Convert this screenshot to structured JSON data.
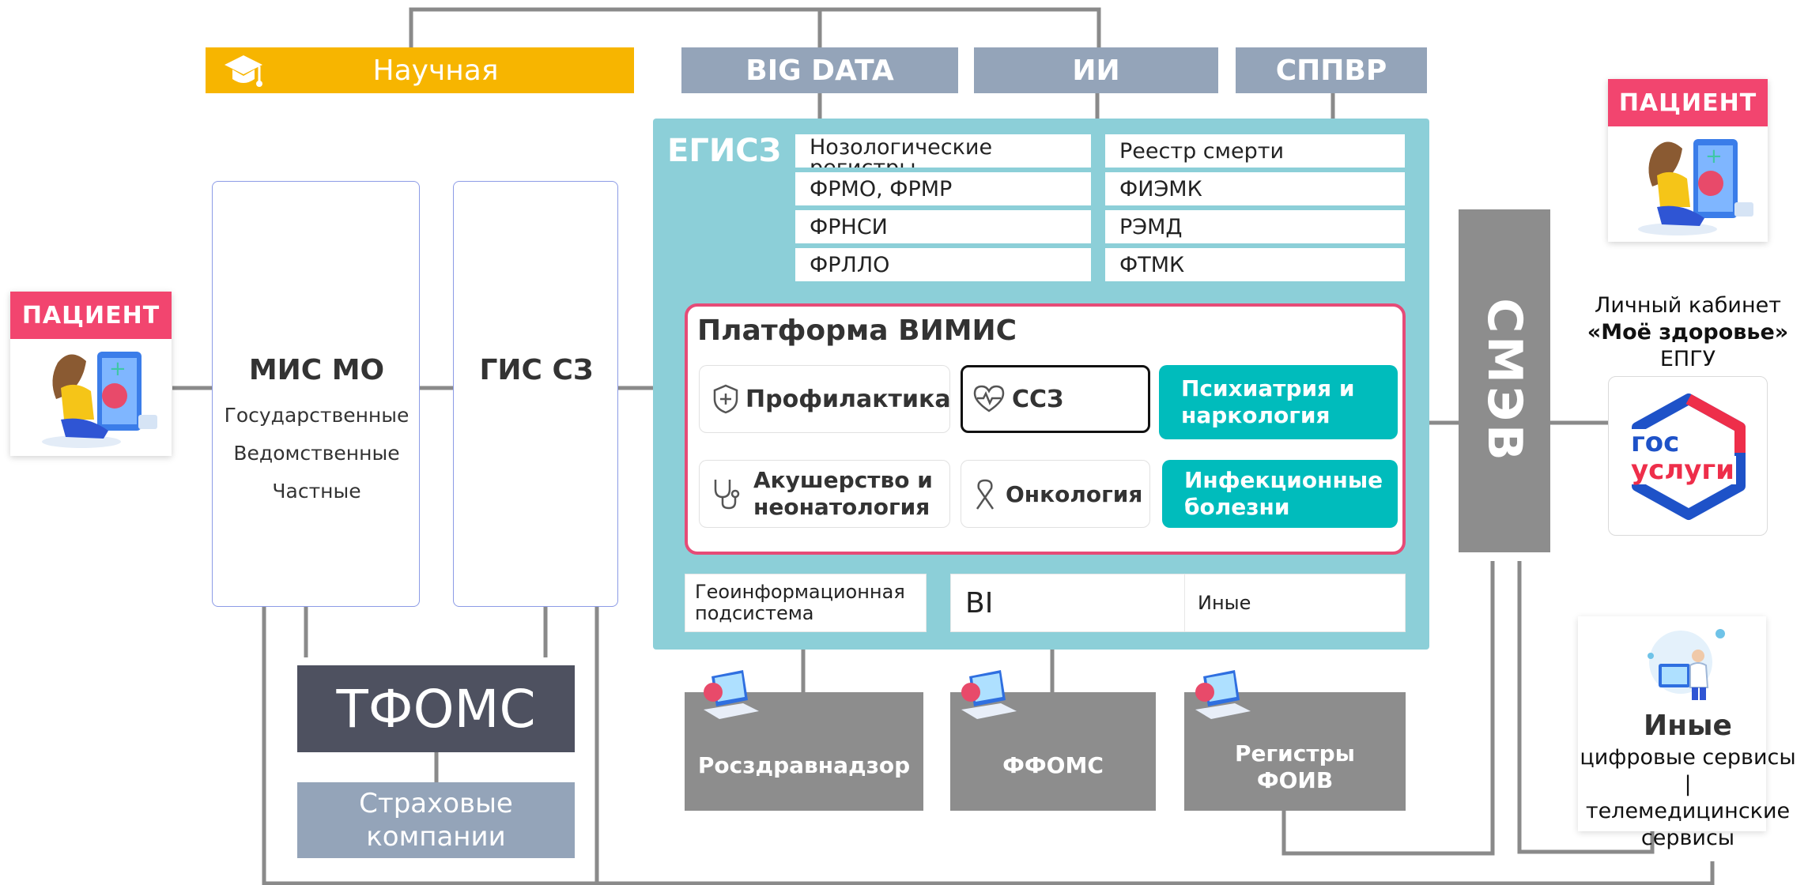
{
  "top": {
    "science_label": "Научная",
    "big_data_label": "BIG DATA",
    "ai_label": "ИИ",
    "sppvr_label": "СППВР"
  },
  "patient_left": {
    "label": "ПАЦИЕНТ"
  },
  "patient_right": {
    "label": "ПАЦИЕНТ"
  },
  "mis": {
    "title": "МИС МО",
    "items": [
      "Государственные",
      "Ведомственные",
      "Частные"
    ]
  },
  "gis": {
    "title": "ГИС СЗ"
  },
  "tfoms": {
    "title": "ТФОМС"
  },
  "insurers": {
    "label": "Страховые компании"
  },
  "egisz": {
    "title": "ЕГИСЗ",
    "registers_left": [
      "Нозологические регистры",
      "ФРМО, ФРМР",
      "ФРНСИ",
      "ФРЛЛО"
    ],
    "registers_right": [
      "Реестр смерти",
      "ФИЭМК",
      "РЭМД",
      "ФТМК"
    ],
    "vimis": {
      "title": "Платформа ВИМИС",
      "directions": [
        "Профилактика",
        "ССЗ",
        "Психиатрия и наркология",
        "Акушерство и неонатология",
        "Онкология",
        "Инфекционные болезни"
      ]
    },
    "subsystems": [
      "Геоинформационная подсистема",
      "BI",
      "Иные"
    ]
  },
  "bottom_boxes": [
    "Росздравнадзор",
    "ФФОМС",
    "Регистры ФОИВ"
  ],
  "smev": {
    "label": "СМЭВ"
  },
  "epgu": {
    "line1": "Личный кабинет",
    "line2": "«Моё здоровье»",
    "line3": "ЕПГУ",
    "logo_top": "гос",
    "logo_bottom": "услуги"
  },
  "other_services": {
    "title": "Иные",
    "line1": "цифровые сервисы |",
    "line2": "телемедицинские",
    "line3": "сервисы"
  },
  "colors": {
    "accent_pink": "#f2456f",
    "teal": "#8ccfd8",
    "teal_fill": "#00bcbc",
    "slate": "#94a4b9",
    "yellow": "#f7b500",
    "dark_slate": "#4e5160",
    "grey": "#8d8d8d"
  }
}
